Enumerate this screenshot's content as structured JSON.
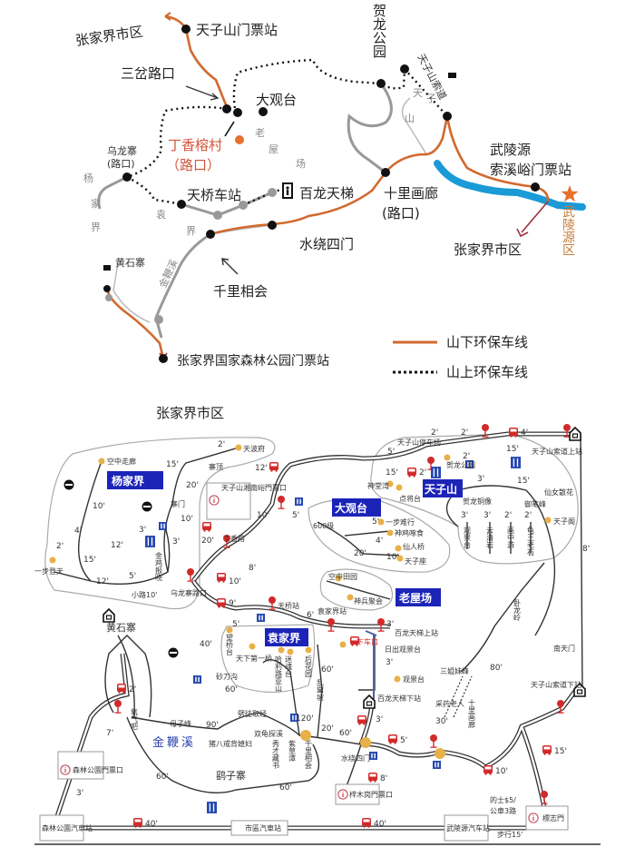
{
  "colors": {
    "lower_line": "#d2692e",
    "upper_line": "#222222",
    "river": "#1a9ad6",
    "badge": "#1c24b8",
    "bus": "#d22a2a",
    "dest": "#e8b048"
  },
  "top": {
    "city_nw": "张家界市区",
    "tianzishan_gate": "天子山门票站",
    "sancha": "三岔路口",
    "daguantai": "大观台",
    "dingxiang_1": "丁香榕村",
    "dingxiang_2": "（路口）",
    "wulongzhai_1": "乌龙寨",
    "wulongzhai_2": "(路口)",
    "tianqiao": "天桥车站",
    "bailong": "百龙天梯",
    "shili_1": "十里画廊",
    "shili_2": "(路口)",
    "shuirao": "水绕四门",
    "qianli": "千里相会",
    "huangshizhai": "黄石寨",
    "jinbianxi": "金鞭溪",
    "helong": "贺龙公园",
    "suodao": "天子山索道",
    "wly_gate_1": "武陵源",
    "wly_gate_2": "索溪峪门票站",
    "wly_district": "武陵源区",
    "city_e": "张家界市区",
    "forest_gate": "张家界国家森林公园门票站",
    "city_s": "张家界市区",
    "area_tzs": [
      "天",
      "子",
      "山"
    ],
    "area_lwc": [
      "老",
      "屋",
      "场"
    ],
    "area_yjj": [
      "杨",
      "家",
      "界"
    ],
    "area_yj": [
      "袁",
      "界"
    ]
  },
  "legend": {
    "lower": "山下环保车线",
    "upper": "山上环保车线"
  },
  "bottom": {
    "badges": {
      "yangjiajie": "杨家界",
      "daguantai": "大观台",
      "tianzishan": "天子山",
      "laowuchang": "老屋场",
      "yuanjiajie": "袁家界"
    },
    "places": {
      "kongzhong": "空中走廊",
      "tianbofu": "天波府",
      "zhaiding": "寨顶",
      "zhaimen": "寨门",
      "jinji": "金鸡报晓",
      "yibudengtian": "一步登天",
      "xiaolu": "小路10'",
      "wlz_road": "乌龙寨路口",
      "dingxiang": "丁香榕",
      "tianqiao": "天桥站",
      "guanjingtai600": "600级",
      "yibunanxing": "一步难行",
      "shenji": "神鸡啄食",
      "xianrenqiao": "仙人桥",
      "tianzizuo": "天子座",
      "kongzhongtianyuan": "空中田园",
      "shenbing": "神兵聚会",
      "tzs_parking": "天子山停车场",
      "helong_park": "贺龙公园",
      "shentangwan": "神堂湾",
      "dianjiangtai": "点将台",
      "helong_statue": "贺龙铜像",
      "guanjing": "观景台",
      "yunqing": "云清岩",
      "huazhong": "画中游",
      "guiwang": "龟王老石",
      "xiannv": "仙女散花",
      "yubi": "御笔峰",
      "tianzige": "天子阁",
      "suodao_top": "天子山索道上站",
      "yjj_station": "袁家界站",
      "bailong_top": "百龙天梯上站",
      "wangqiao": "望桥台",
      "tianxia": "天下第一桥",
      "hallelujah": "哈利路亚山",
      "mihun": "迷魂台",
      "houhuayuan": "后花园",
      "luancuan": "乱窜坡",
      "shadaogou": "砂刀沟",
      "xiache": "下车口",
      "richu": "日出观景台",
      "guanjing2": "观景台",
      "bailong_bottom": "百龙天梯下站",
      "wolong": "卧龙岭",
      "sanjiemei": "三姐妹峰",
      "caiyao": "采药老人",
      "shili": "十里画廊",
      "nantianmen": "南天门",
      "suodao_bottom": "天子山索道下站",
      "shuirao": "水绕四门",
      "huangshizhai": "黄石寨",
      "yangqiba": "氧气吧",
      "muzi": "母子峰",
      "zhubajie": "猪八戒背媳妇",
      "pitu": "劈徒取经",
      "shuanggui": "双龟探溪",
      "xiucai": "秀才藏书",
      "zicao": "紫草潭",
      "qianli": "千里相会",
      "jinbianxi": "金鞭溪",
      "yaozizhai": "鹞子寨",
      "taxi": "的士$5/",
      "bus3": "公車3路",
      "walk": "步行15'"
    },
    "boxes": {
      "tzs_gate": "天子山湘南峪門票口",
      "forest_gate": "森林公園門票口",
      "zimugang_gate": "梓木岗門票口",
      "forest_bus": "森林公園汽車站",
      "city_bus": "市區汽車站",
      "wly_bus": "武陵源汽车站",
      "biaozhimen": "標志門"
    },
    "times": [
      "2'",
      "15'",
      "20'",
      "12'",
      "10'",
      "3'",
      "12'",
      "3'",
      "4'",
      "10'",
      "2'",
      "15'",
      "12'",
      "5'",
      "20'",
      "10'",
      "8'",
      "9'",
      "10'",
      "5'",
      "5'",
      "4'",
      "20'",
      "10'",
      "5'",
      "2'",
      "2'",
      "4'",
      "15'",
      "2'",
      "15'",
      "2'",
      "3'",
      "15'",
      "3'",
      "3'",
      "2'",
      "2'",
      "8'",
      "6'",
      "5'",
      "3'",
      "40'",
      "60'",
      "60'",
      "3'",
      "3'",
      "20'",
      "60'",
      "120'",
      "80'",
      "30'",
      "15'",
      "5'",
      "10'",
      "8'",
      "2'",
      "7'",
      "3'",
      "60'",
      "90'",
      "60'",
      "40'",
      "40'"
    ]
  }
}
